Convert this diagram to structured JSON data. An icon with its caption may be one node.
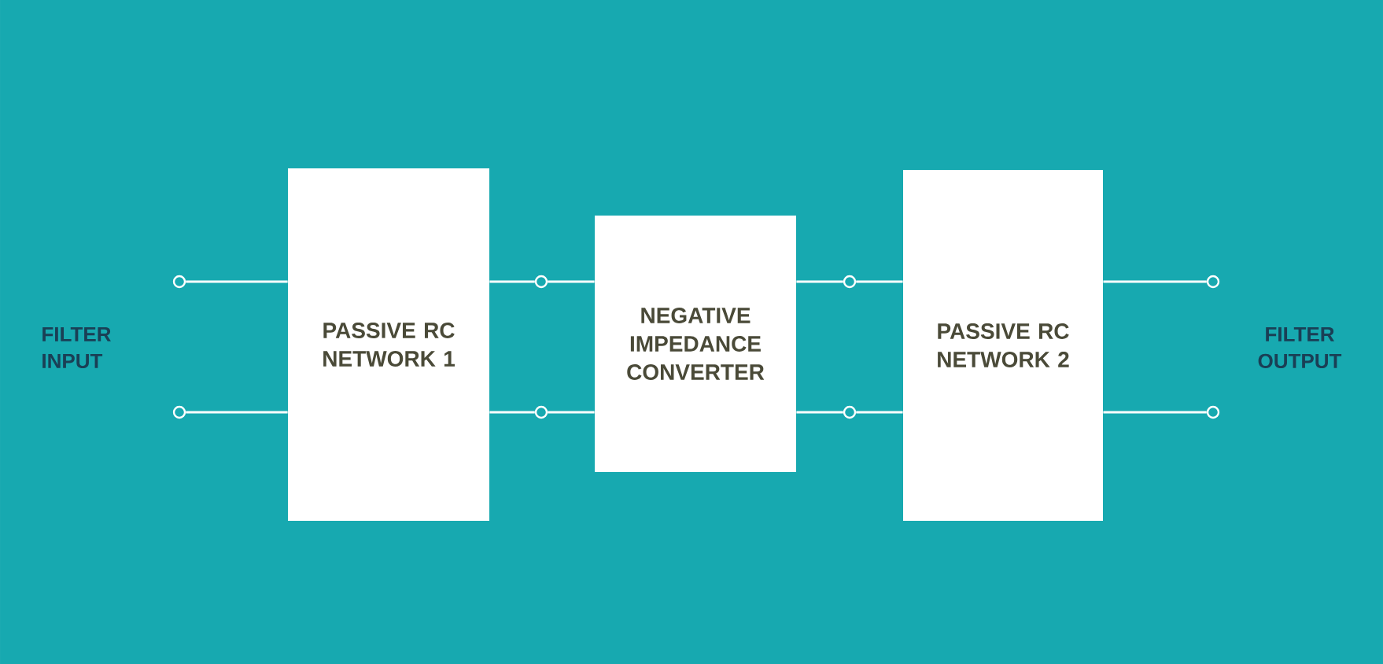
{
  "diagram": {
    "nodes": [
      {
        "text": [],
        "shape": "circle"
      },
      {
        "text": [],
        "shape": "circle"
      },
      {
        "text": [
          "PASSIVE RC NETWORK 1"
        ]
      },
      {
        "text": [],
        "shape": "circle"
      },
      {
        "text": [],
        "shape": "circle"
      },
      {
        "text": [
          "NEGATIVE IMPEDANCE CONVERTER"
        ]
      },
      {
        "text": [],
        "shape": "circle"
      },
      {
        "text": [],
        "shape": "circle"
      },
      {
        "text": [
          "PASSIVE RC NETWORK 2"
        ]
      },
      {
        "text": [],
        "shape": "circle"
      },
      {
        "text": [],
        "shape": "circle"
      }
    ],
    "edges": [
      {
        "from": 0,
        "to": 2,
        "arrow": "none"
      },
      {
        "from": 1,
        "to": 2,
        "arrow": "none"
      },
      {
        "from": 2,
        "to": 3,
        "arrow": "none"
      },
      {
        "from": 3,
        "to": 5,
        "arrow": "none"
      },
      {
        "from": 2,
        "to": 4,
        "arrow": "none"
      },
      {
        "from": 4,
        "to": 5,
        "arrow": "none"
      },
      {
        "from": 5,
        "to": 6,
        "arrow": "none"
      },
      {
        "from": 6,
        "to": 8,
        "arrow": "none"
      },
      {
        "from": 5,
        "to": 7,
        "arrow": "none"
      },
      {
        "from": 7,
        "to": 8,
        "arrow": "none"
      },
      {
        "from": 8,
        "to": 9,
        "arrow": "none"
      },
      {
        "from": 8,
        "to": 10,
        "arrow": "none"
      }
    ],
    "labels": [
      "FILTER INPUT",
      "FILTER OUTPUT"
    ]
  }
}
